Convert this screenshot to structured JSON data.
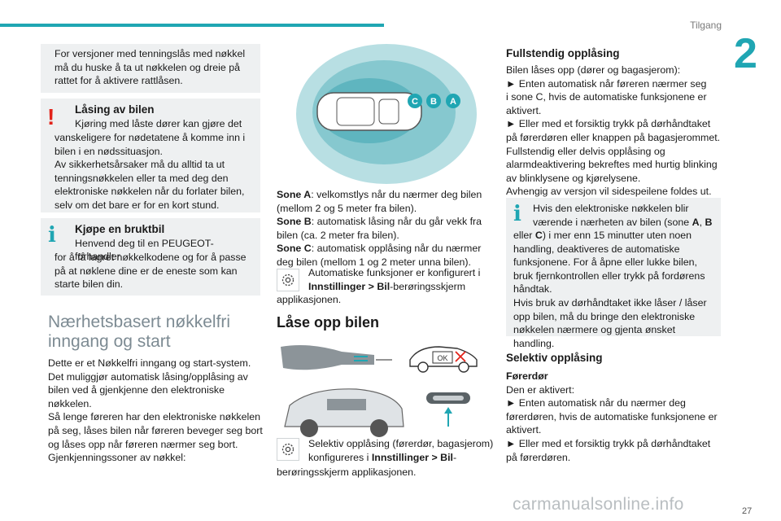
{
  "header": {
    "section": "Tilgang",
    "chapter": "2"
  },
  "left": {
    "note1": "For versjoner med tenningslås med nøkkel må du huske å ta ut nøkkelen og dreie på rattet for å aktivere rattlåsen.",
    "warning": {
      "title": "Låsing av bilen",
      "line1": "Kjøring med låste dører kan gjøre det",
      "body": "vanskeligere for nødetatene å komme inn i bilen i en nødssituasjon.",
      "body2": "Av sikkerhetsårsaker må du alltid ta ut tenningsnøkkelen eller ta med deg den elektroniske nøkkelen når du forlater bilen, selv om det bare er for en kort stund."
    },
    "tip": {
      "title": "Kjøpe en bruktbil",
      "line1": "Henvend deg til en PEUGEOT-forhandler",
      "body": "for å få lagret nøkkelkodene og for å passe på at nøklene dine er de eneste som kan starte bilen din."
    },
    "heading": "Nærhetsbasert nøkkelfri inngang og start",
    "para1": "Dette er et Nøkkelfri inngang og start-system.",
    "para2": "Det muliggjør automatisk låsing/opplåsing av bilen ved å gjenkjenne den elektroniske nøkkelen.",
    "para3": "Så lenge føreren har den elektroniske nøkkelen på seg, låses bilen når føreren beveger seg bort og låses opp når føreren nærmer seg bort.",
    "para4": "Gjenkjenningssoner av nøkkel:"
  },
  "middle": {
    "zone_labels": [
      "C",
      "B",
      "A"
    ],
    "zoneA_label": "Sone A",
    "zoneA": ": velkomstlys når du nærmer deg bilen (mellom 2 og 5 meter fra bilen).",
    "zoneB_label": "Sone B",
    "zoneB": ": automatisk låsing når du går vekk fra bilen (ca. 2 meter fra bilen).",
    "zoneC_label": "Sone C",
    "zoneC": ": automatisk opplåsing når du nærmer deg bilen (mellom 1 og 2 meter unna bilen).",
    "settings1_line1": "Automatiske funksjoner er konfigurert i",
    "settings1_path": "Innstillinger > Bil",
    "settings1_rest": "-berøringsskjerm",
    "settings1_line3": "applikasjonen.",
    "heading": "Låse opp bilen",
    "ok_label": "OK",
    "settings2_line1": "Selektiv opplåsing (førerdør, bagasjerom)",
    "settings2_pre": "konfigureres i ",
    "settings2_path": "Innstillinger > Bil",
    "settings2_rest": "-",
    "settings2_line3": "berøringsskjerm applikasjonen."
  },
  "right": {
    "h_full": "Fullstendig opplåsing",
    "full": [
      "Bilen låses opp (dører og bagasjerom):",
      "► Enten automatisk når føreren nærmer seg",
      "i sone C, hvis de automatiske funksjonene er",
      "aktivert.",
      "► Eller med et forsiktig trykk på dørhåndtaket",
      "på førerdøren eller knappen på bagasjerommet.",
      "Fullstendig eller delvis opplåsing og",
      "alarmdeaktivering bekreftes med hurtig blinking",
      "av blinklysene og kjørelysene.",
      "Avhengig av versjon vil sidespeilene foldes ut."
    ],
    "info_l1": "Hvis den elektroniske nøkkelen blir",
    "info_l2a": "værende i nærheten av bilen (sone ",
    "info_A": "A",
    "info_comma": ", ",
    "info_B": "B",
    "info_l3a": "eller ",
    "info_C": "C",
    "info_l3b": ") i mer enn 15 minutter uten noen",
    "info_rest": [
      "handling, deaktiveres de automatiske",
      "funksjonene. For å åpne eller lukke bilen,",
      "bruk fjernkontrollen eller trykk på fordørens",
      "håndtak.",
      "Hvis bruk av dørhåndtaket ikke låser / låser",
      "opp bilen, må du bringe den elektroniske",
      "nøkkelen nærmere og gjenta ønsket handling."
    ],
    "h_sel": "Selektiv opplåsing",
    "sel_sub": "Førerdør",
    "sel": [
      "Den er aktivert:",
      "► Enten automatisk når du nærmer deg",
      "førerdøren, hvis de automatiske funksjonene er",
      "aktivert.",
      "► Eller med et forsiktig trykk på dørhåndtaket",
      "på førerdøren."
    ]
  },
  "footer": {
    "watermark": "carmanualsonline.info",
    "page": "27"
  }
}
